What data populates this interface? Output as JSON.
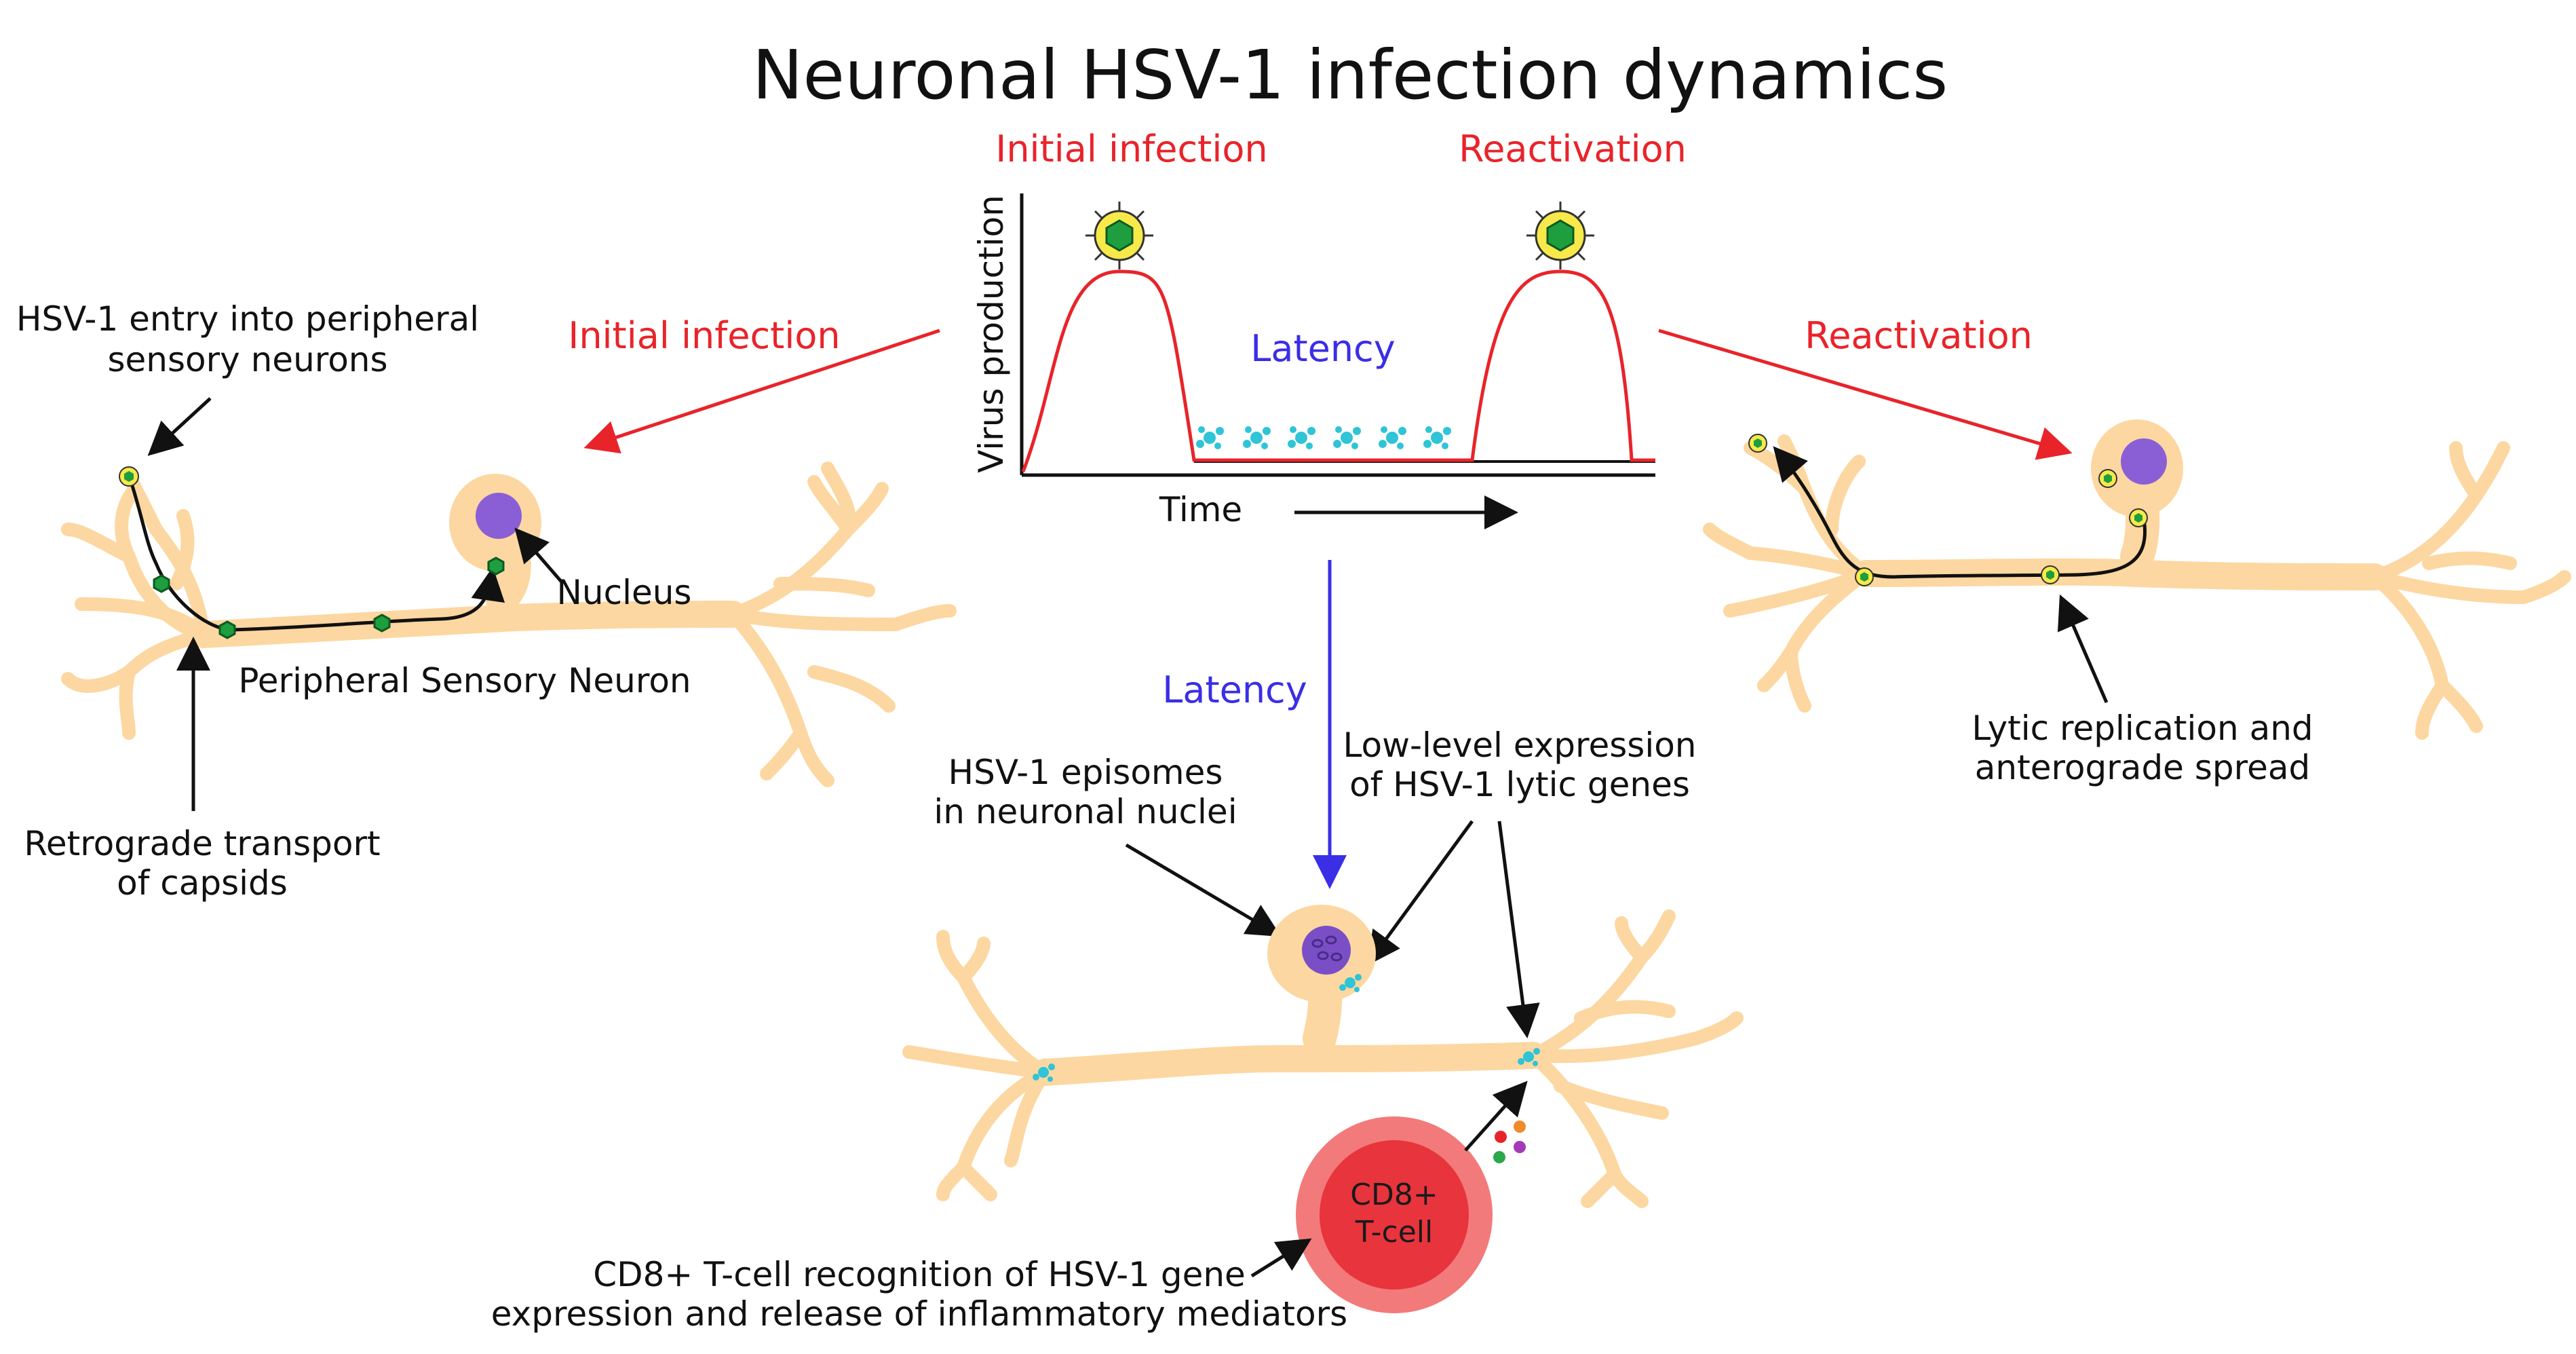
{
  "title": "Neuronal HSV-1 infection dynamics",
  "colors": {
    "neuron": "#fdd7a1",
    "nucleus": "#8a5fd6",
    "red": "#e8242a",
    "blue": "#3a2ee6",
    "capsid": "#1e9e3e",
    "tcell_outer": "#f37a7a",
    "tcell_inner": "#e8343c"
  },
  "graph": {
    "phase_initial": "Initial infection",
    "phase_reactivation": "Reactivation",
    "latency": "Latency",
    "y_axis": "Virus production",
    "x_axis": "Time"
  },
  "left_panel": {
    "arrow_label": "Initial infection",
    "entry_line1": "HSV-1 entry into peripheral",
    "entry_line2": "sensory neurons",
    "nucleus": "Nucleus",
    "neuron": "Peripheral Sensory Neuron",
    "retro_line1": "Retrograde transport",
    "retro_line2": "of capsids"
  },
  "right_panel": {
    "arrow_label": "Reactivation",
    "lytic_line1": "Lytic replication and",
    "lytic_line2": "anterograde spread"
  },
  "bottom_panel": {
    "arrow_label": "Latency",
    "episome_line1": "HSV-1 episomes",
    "episome_line2": "in neuronal nuclei",
    "lowlevel_line1": "Low-level expression",
    "lowlevel_line2": "of HSV-1 lytic genes",
    "tcell_line1": "CD8+",
    "tcell_line2": "T-cell",
    "recog_line1": "CD8+ T-cell recognition of HSV-1 gene",
    "recog_line2": "expression and release of inflammatory mediators"
  }
}
